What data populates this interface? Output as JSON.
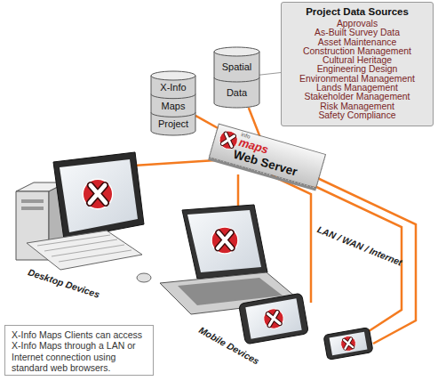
{
  "diagram": {
    "nodes": [
      {
        "text": [
          "Project Data Sources",
          "Approvals",
          "As-Built Survey Data",
          "Asset Maintenance",
          "Construction Management",
          "Cultural Heritage",
          "Engineering Design",
          "Environmental Management",
          "Lands Management",
          "Stakeholder Management",
          "Risk Management",
          "Safety Compliance"
        ]
      },
      {
        "text": [
          "X-Info Maps Project"
        ]
      },
      {
        "text": [
          "Spatial Data"
        ]
      },
      {
        "text": [
          "info",
          "maps",
          "Web Server"
        ]
      },
      {
        "text": [
          "X-Info Maps Clients can access X-Info Maps through a LAN or Internet connection using standard web browsers."
        ]
      }
    ],
    "edges": [
      {
        "from": 0,
        "to": 2,
        "arrow": "none"
      },
      {
        "from": 1,
        "to": 3,
        "arrow": "none"
      },
      {
        "from": 2,
        "to": 3,
        "arrow": "none"
      }
    ],
    "labels": [
      "LAN / WAN / Internet",
      "Desktop Devices",
      "Mobile Devices"
    ]
  }
}
